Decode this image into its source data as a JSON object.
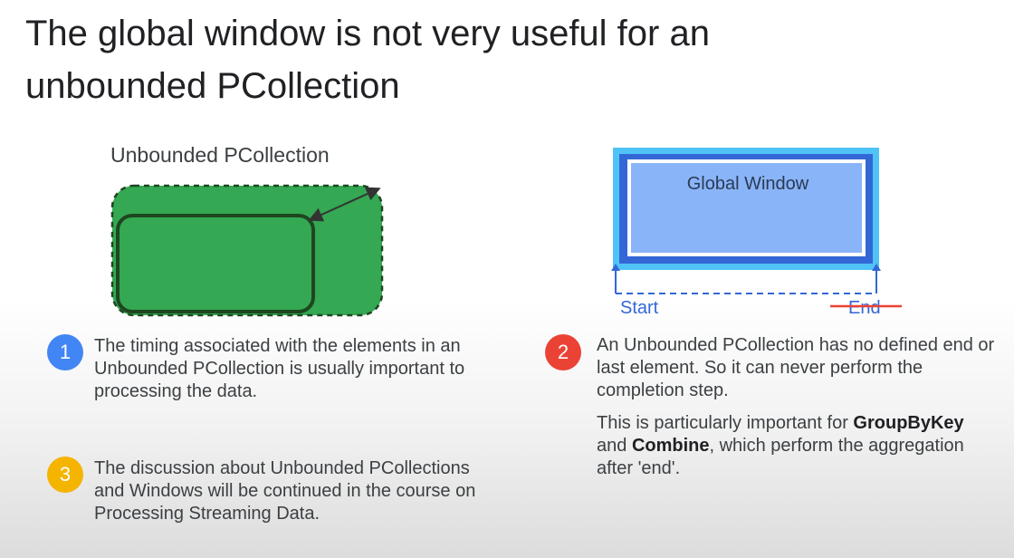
{
  "title": {
    "line1": "The global window is not very useful for an",
    "line2": "unbounded PCollection"
  },
  "left_diagram": {
    "label": "Unbounded PCollection"
  },
  "right_diagram": {
    "window_label": "Global Window",
    "start_label": "Start",
    "end_label": "End"
  },
  "notes": [
    {
      "number": "1",
      "color": "#4285f4",
      "text": "The timing associated with the elements in an Unbounded PCollection is usually important to processing the data."
    },
    {
      "number": "2",
      "color": "#ea4335",
      "text": "An Unbounded PCollection has no defined end or last element. So it can never perform the completion step.",
      "extra_pre": "This is particularly important for ",
      "extra_bold1": "GroupByKey",
      "extra_mid": " and ",
      "extra_bold2": "Combine",
      "extra_post": ", which perform the aggregation after 'end'."
    },
    {
      "number": "3",
      "color": "#f4b400",
      "text": "The discussion about Unbounded PCollections and Windows will be continued in the course on Processing Streaming Data."
    }
  ],
  "colors": {
    "collection_fill": "#34a853",
    "collection_border": "#1e4620",
    "window_outer": "#4fc3f7",
    "window_frame": "#3367d6",
    "window_inner": "#8ab4f8",
    "timeline": "#3367d6",
    "strike": "#ea4335"
  }
}
